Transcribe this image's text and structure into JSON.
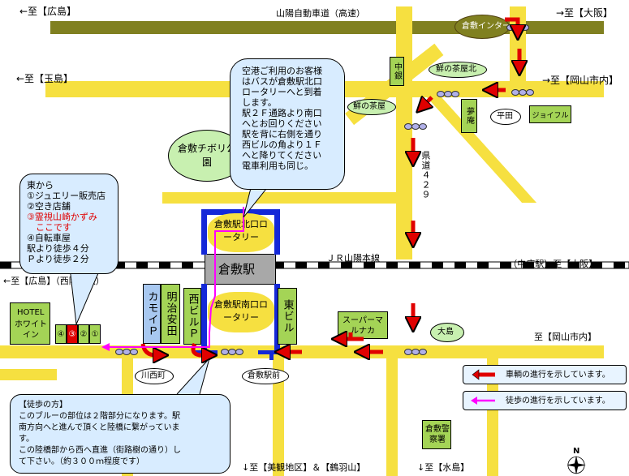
{
  "directions": {
    "hiroshima_top": "←至【広島】",
    "osaka_top": "→至【大阪】",
    "tamashima": "←至【玉島】",
    "okayama_shinai_top": "→至【岡山市内】",
    "hiroshima_rail": "←至【広島】（西阿知駅）",
    "nakasho_osaka": "→（中庄駅）至【大阪】",
    "okayama_shinai_bottom": "至【岡山市内】",
    "bikan_tsurugatayama": "↓至【美観地区】＆【鶴羽山】",
    "mizushima": "↓至【水島】"
  },
  "roads": {
    "expressway": "山陽自動車道（高速）",
    "jr_line": "ＪＲ山陽本線",
    "naka_ginza": "中銀",
    "kendo": "県道４２９"
  },
  "stops": {
    "kurashiki_ic": "倉敷インター",
    "hirata": "平田",
    "joyful": "ジョイフル",
    "hanano_chaya_kita": "鮮の茶屋北",
    "hanano_chaya": "鮮の茶屋",
    "oshima": "大島",
    "kawanishi_cho": "川西町",
    "kurashiki_ekimae": "倉敷駅前"
  },
  "places": {
    "tivoli_park": "倉敷チボリ公園",
    "station_north": "倉敷駅北口ロータリー",
    "station_south": "倉敷駅南口ロータリー",
    "station": "倉敷駅",
    "kamoi": "カモイＰ",
    "meiji_yasuda": "明治安田",
    "nishi_building": "西ビルＰ",
    "higashi_building": "東ビル",
    "maruname": "スーパーマルナカ",
    "police": "倉敷警察署",
    "hotel_label": "HOTEL",
    "hotel_name": "ホワイトイン",
    "sanan": "夢庵",
    "shop_numbers": [
      "④",
      "③",
      "②",
      "①"
    ]
  },
  "callouts": {
    "airport_lines": [
      "空港ご利用のお客様",
      "はバスが倉敷駅北口",
      "ロータリーへと到着",
      "します。",
      "駅２Ｆ通路より南口",
      "へとお回りください",
      "駅を背に右側を通り",
      "西ビルの角より１Ｆ",
      "へと降りてください",
      "電車利用も同じ。"
    ],
    "shops_lines": [
      "東から",
      "①ジュエリー販売店",
      "②空き店舗",
      "③霊視山崎かずみ",
      "　ここです",
      "④自転車屋",
      "駅より徒歩４分",
      "Ｐより徒歩２分"
    ],
    "walk_lines": [
      "【徒歩の方】",
      "このブルーの部位は２階部分になります。駅",
      "南方向へと進んで頂くと陸橋に繋がっていま",
      "す。",
      "この陸橋部から西へ直進（街路樹の通り）し",
      "て下さい。（約３００ｍ程度です）"
    ]
  },
  "legend": {
    "car": "車輌の進行を示しています。",
    "walk": "徒歩の進行を示しています。"
  },
  "compass": {
    "north": "N"
  },
  "colors": {
    "road": "#f6e040",
    "expressway": "#808020",
    "building": "#a4d456",
    "overpass": "#1428d8",
    "car_arrow": "#e00000",
    "walk_arrow": "#ff00ff",
    "highlight": "#e00000",
    "callout_bg": "#d8ecff",
    "legend_bg": "#e8f4ff"
  }
}
